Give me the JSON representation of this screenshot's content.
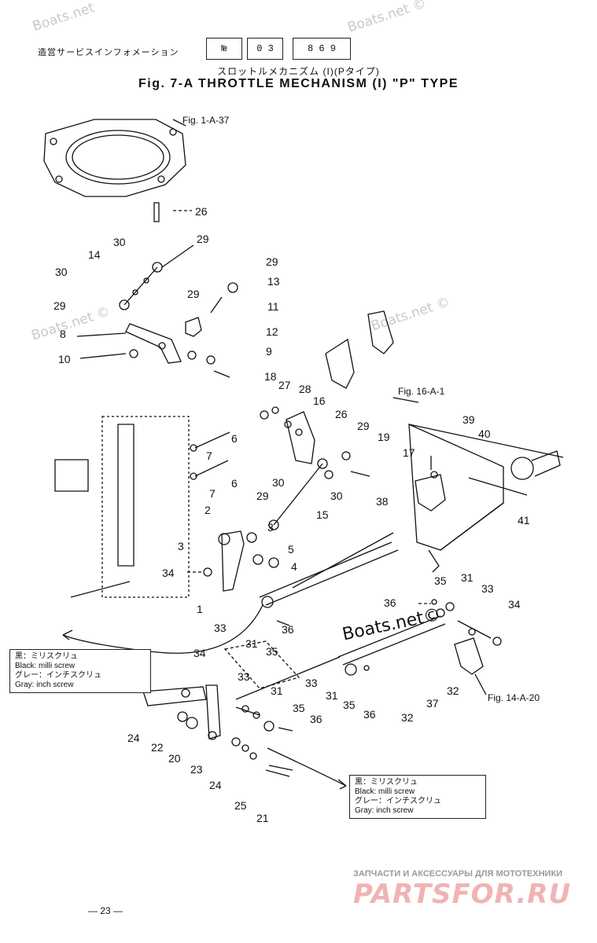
{
  "header": {
    "jp_title": "造営サービスインフォメーション",
    "box1": "№",
    "box2": "0 3",
    "box3": "8 6  9",
    "subtitle_jp": "スロットルメカニズム (I)(Pタイプ)",
    "title": "Fig. 7-A   THROTTLE MECHANISM (I) \"P\" TYPE"
  },
  "watermarks": [
    "Boats.net",
    "Boats.net ©",
    "Boats.net ©",
    "Boats.net ©"
  ],
  "stamp": "Boats.net©",
  "references": {
    "fig1": "Fig. 1-A-37",
    "fig16": "Fig. 16-A-1",
    "fig14": "Fig. 14-A-20"
  },
  "legend_left": {
    "line1": "黒：ミリスクリュ",
    "line2": "Black: milli screw",
    "line3": "グレー：インチスクリュ",
    "line4": "Gray: inch screw"
  },
  "legend_right": {
    "line1": "黒：ミリスクリュ",
    "line2": "Black: milli screw",
    "line3": "グレー：インチスクリュ",
    "line4": "Gray: inch screw"
  },
  "shop": {
    "subtitle": "ЗАПЧАСТИ И АКСЕССУАРЫ ДЛЯ МОТОТЕХНИКИ",
    "logo": "PARTSFOR.RU"
  },
  "page_number": "— 23 —",
  "callouts": [
    {
      "id": "c26a",
      "text": "26"
    },
    {
      "id": "c29a",
      "text": "29"
    },
    {
      "id": "c30a",
      "text": "30"
    },
    {
      "id": "c14",
      "text": "14"
    },
    {
      "id": "c30b",
      "text": "30"
    },
    {
      "id": "c29b",
      "text": "29"
    },
    {
      "id": "c8",
      "text": "8"
    },
    {
      "id": "c10",
      "text": "10"
    },
    {
      "id": "c29c",
      "text": "29"
    },
    {
      "id": "c13",
      "text": "13"
    },
    {
      "id": "c29d",
      "text": "29"
    },
    {
      "id": "c11",
      "text": "11"
    },
    {
      "id": "c12",
      "text": "12"
    },
    {
      "id": "c9",
      "text": "9"
    },
    {
      "id": "c18",
      "text": "18"
    },
    {
      "id": "c27",
      "text": "27"
    },
    {
      "id": "c28",
      "text": "28"
    },
    {
      "id": "c16",
      "text": "16"
    },
    {
      "id": "c26b",
      "text": "26"
    },
    {
      "id": "c29e",
      "text": "29"
    },
    {
      "id": "c19",
      "text": "19"
    },
    {
      "id": "c17",
      "text": "17"
    },
    {
      "id": "c6a",
      "text": "6"
    },
    {
      "id": "c7a",
      "text": "7"
    },
    {
      "id": "c6b",
      "text": "6"
    },
    {
      "id": "c7b",
      "text": "7"
    },
    {
      "id": "c30c",
      "text": "30"
    },
    {
      "id": "c30d",
      "text": "30"
    },
    {
      "id": "c15",
      "text": "15"
    },
    {
      "id": "c29f",
      "text": "29"
    },
    {
      "id": "c3a",
      "text": "3"
    },
    {
      "id": "c2",
      "text": "2"
    },
    {
      "id": "c3b",
      "text": "3"
    },
    {
      "id": "c5",
      "text": "5"
    },
    {
      "id": "c4",
      "text": "4"
    },
    {
      "id": "c34a",
      "text": "34"
    },
    {
      "id": "c1",
      "text": "1"
    },
    {
      "id": "c33a",
      "text": "33"
    },
    {
      "id": "c31a",
      "text": "31"
    },
    {
      "id": "c35a",
      "text": "35"
    },
    {
      "id": "c36a",
      "text": "36"
    },
    {
      "id": "c39",
      "text": "39"
    },
    {
      "id": "c40",
      "text": "40"
    },
    {
      "id": "c38",
      "text": "38"
    },
    {
      "id": "c41",
      "text": "41"
    },
    {
      "id": "c35b",
      "text": "35"
    },
    {
      "id": "c31b",
      "text": "31"
    },
    {
      "id": "c33b",
      "text": "33"
    },
    {
      "id": "c36b",
      "text": "36"
    },
    {
      "id": "c34b",
      "text": "34"
    },
    {
      "id": "c32a",
      "text": "32"
    },
    {
      "id": "c37",
      "text": "37"
    },
    {
      "id": "c32b",
      "text": "32"
    },
    {
      "id": "c36c",
      "text": "36"
    },
    {
      "id": "c35c",
      "text": "35"
    },
    {
      "id": "c31c",
      "text": "31"
    },
    {
      "id": "c33c",
      "text": "33"
    },
    {
      "id": "c34c",
      "text": "34"
    },
    {
      "id": "c33d",
      "text": "33"
    },
    {
      "id": "c31d",
      "text": "31"
    },
    {
      "id": "c35d",
      "text": "35"
    },
    {
      "id": "c36d",
      "text": "36"
    },
    {
      "id": "c24a",
      "text": "24"
    },
    {
      "id": "c22",
      "text": "22"
    },
    {
      "id": "c20",
      "text": "20"
    },
    {
      "id": "c23",
      "text": "23"
    },
    {
      "id": "c24b",
      "text": "24"
    },
    {
      "id": "c25",
      "text": "25"
    },
    {
      "id": "c21",
      "text": "21"
    }
  ]
}
